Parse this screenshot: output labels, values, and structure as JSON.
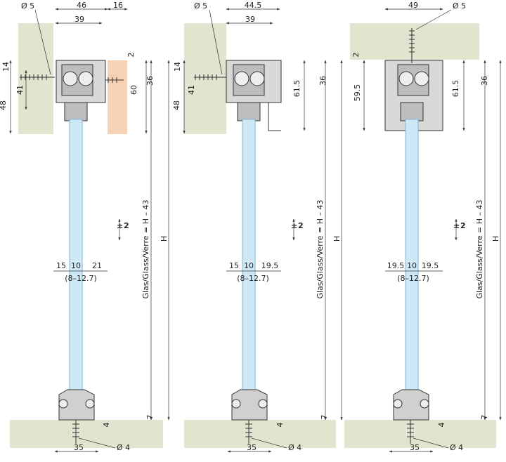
{
  "colors": {
    "wall": "#e3e4cf",
    "floor": "#e3e4cf",
    "panel": "#f6d1b3",
    "glass": "#cfe8f5",
    "glass_edge": "#7fb6d6",
    "line": "#333333",
    "metal": "#d8d8d8"
  },
  "views": [
    {
      "id": "view-1",
      "top": {
        "overall": "46",
        "side": "16",
        "inner": "39",
        "screw": "Ø 5"
      },
      "left": {
        "a": "14",
        "b": "41",
        "c": "48"
      },
      "right": {
        "a": "2",
        "b": "60",
        "c": "36"
      },
      "bottom_dims": {
        "labels": [
          "15",
          "10",
          "21"
        ],
        "range": "(8–12.7)"
      },
      "glass_label": "Glas/Glass/Verre = H – 43",
      "height_label": "H",
      "tolerance": {
        "sign": "±",
        "value": "2"
      },
      "floor": {
        "gap": "4",
        "floor_dim": "7",
        "width": "35",
        "screw": "Ø 4"
      }
    },
    {
      "id": "view-2",
      "top": {
        "overall": "44.5",
        "inner": "39",
        "screw": "Ø 5"
      },
      "left": {
        "a": "14",
        "b": "41",
        "c": "48"
      },
      "right": {
        "b": "61.5",
        "c": "36"
      },
      "bottom_dims": {
        "labels": [
          "15",
          "10",
          "19.5"
        ],
        "range": "(8–12.7)"
      },
      "glass_label": "Glas/Glass/Verre = H – 43",
      "height_label": "H",
      "tolerance": {
        "sign": "±",
        "value": "2"
      },
      "floor": {
        "gap": "4",
        "floor_dim": "7",
        "width": "35",
        "screw": "Ø 4"
      }
    },
    {
      "id": "view-3",
      "top": {
        "overall": "49",
        "screw": "Ø 5"
      },
      "left": {
        "a": "2",
        "c": "59.5"
      },
      "right": {
        "b": "61.5",
        "c": "36"
      },
      "bottom_dims": {
        "labels": [
          "19.5",
          "10",
          "19.5"
        ],
        "range": "(8–12.7)"
      },
      "glass_label": "Glas/Glass/Verre = H – 43",
      "height_label": "H",
      "tolerance": {
        "sign": "±",
        "value": "2"
      },
      "floor": {
        "gap": "4",
        "floor_dim": "7",
        "width": "35",
        "screw": "Ø 4"
      }
    }
  ]
}
